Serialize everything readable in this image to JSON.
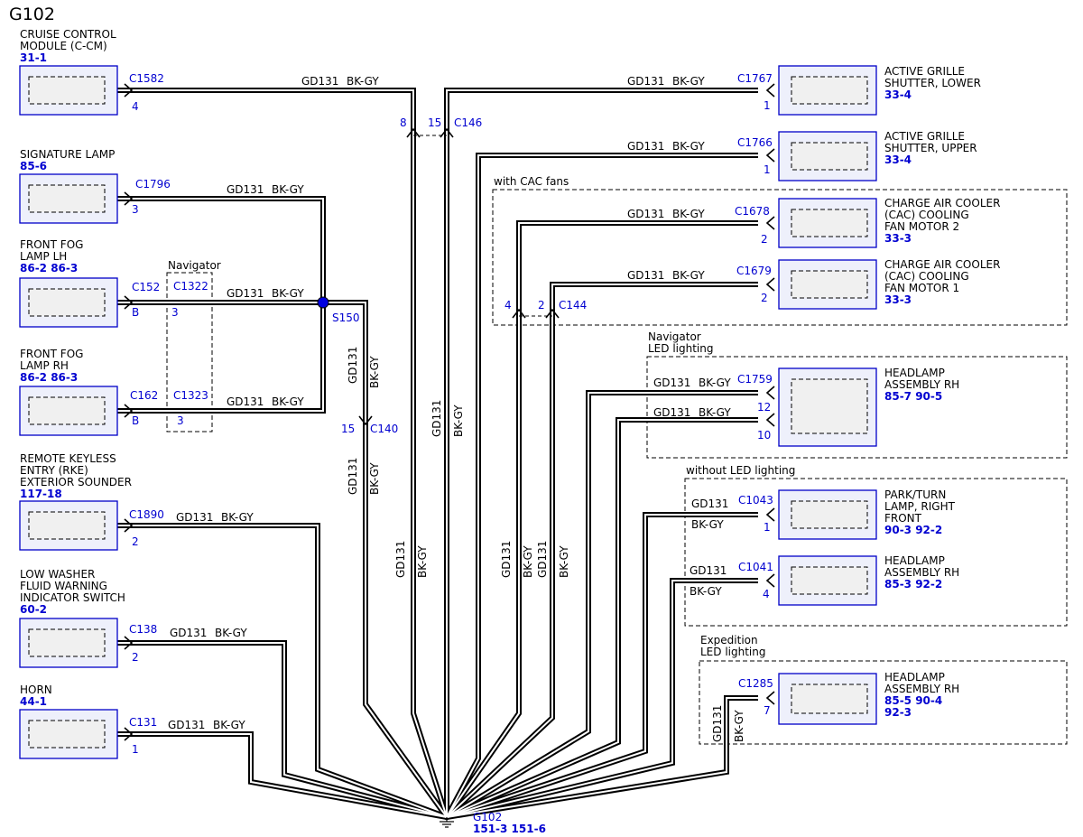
{
  "title": "G102",
  "wire_color": "#000000",
  "accent_color": "#0000d0",
  "components_left": [
    {
      "name_lines": [
        "CRUISE CONTROL",
        "MODULE (C-CM)"
      ],
      "refs": "31-1",
      "connector": "C1582",
      "pin": "4"
    },
    {
      "name_lines": [
        "SIGNATURE LAMP"
      ],
      "refs": "85-6",
      "connector": "C1796",
      "pin": "3"
    },
    {
      "name_lines": [
        "FRONT FOG",
        "LAMP LH"
      ],
      "refs": "86-2  86-3",
      "connector": "C152",
      "pin": "B"
    },
    {
      "name_lines": [
        "FRONT FOG",
        "LAMP RH"
      ],
      "refs": "86-2  86-3",
      "connector": "C162",
      "pin": "B"
    },
    {
      "name_lines": [
        "REMOTE KEYLESS",
        "ENTRY (RKE)",
        "EXTERIOR SOUNDER"
      ],
      "refs": "117-18",
      "connector": "C1890",
      "pin": "2"
    },
    {
      "name_lines": [
        "LOW WASHER",
        "FLUID WARNING",
        "INDICATOR SWITCH"
      ],
      "refs": "60-2",
      "connector": "C138",
      "pin": "2"
    },
    {
      "name_lines": [
        "HORN"
      ],
      "refs": "44-1",
      "connector": "C131",
      "pin": "1"
    }
  ],
  "components_right": [
    {
      "name_lines": [
        "ACTIVE GRILLE",
        "SHUTTER, LOWER"
      ],
      "refs": "33-4",
      "connector": "C1767",
      "pin": "1"
    },
    {
      "name_lines": [
        "ACTIVE GRILLE",
        "SHUTTER, UPPER"
      ],
      "refs": "33-4",
      "connector": "C1766",
      "pin": "1"
    },
    {
      "name_lines": [
        "CHARGE AIR COOLER",
        "(CAC) COOLING",
        "FAN MOTOR 2"
      ],
      "refs": "33-3",
      "connector": "C1678",
      "pin": "2"
    },
    {
      "name_lines": [
        "CHARGE AIR COOLER",
        "(CAC) COOLING",
        "FAN MOTOR 1"
      ],
      "refs": "33-3",
      "connector": "C1679",
      "pin": "2"
    },
    {
      "name_lines": [
        "HEADLAMP",
        "ASSEMBLY RH"
      ],
      "refs": "85-7  90-5",
      "connector": "C1759",
      "pins": [
        "12",
        "10"
      ]
    },
    {
      "name_lines": [
        "PARK/TURN",
        "LAMP, RIGHT",
        "FRONT"
      ],
      "refs": "90-3  92-2",
      "connector": "C1043",
      "pin": "1"
    },
    {
      "name_lines": [
        "HEADLAMP",
        "ASSEMBLY RH"
      ],
      "refs": "85-3  92-2",
      "connector": "C1041",
      "pin": "4"
    },
    {
      "name_lines": [
        "HEADLAMP",
        "ASSEMBLY RH"
      ],
      "refs_lines": [
        "85-5  90-4",
        "92-3"
      ],
      "connector": "C1285",
      "pin": "7"
    }
  ],
  "groups": {
    "navigator": "Navigator",
    "cac": "with CAC fans",
    "nav_led": [
      "Navigator",
      "LED lighting"
    ],
    "without_led": "without LED lighting",
    "exp_led": [
      "Expedition",
      "LED lighting"
    ]
  },
  "inline_connectors": {
    "c1322": "C1322",
    "c1322_pin": "3",
    "c1323": "C1323",
    "c1323_pin": "3",
    "c146": "C146",
    "c146_pin_a": "8",
    "c146_pin_b": "15",
    "c140": "C140",
    "c140_pin": "15",
    "c144": "C144",
    "c144_pin_a": "4",
    "c144_pin_b": "2"
  },
  "splice": "S150",
  "wire": {
    "circuit": "GD131",
    "color": "BK-GY"
  },
  "ground": {
    "label": "G102",
    "refs": "151-3 151-6"
  }
}
